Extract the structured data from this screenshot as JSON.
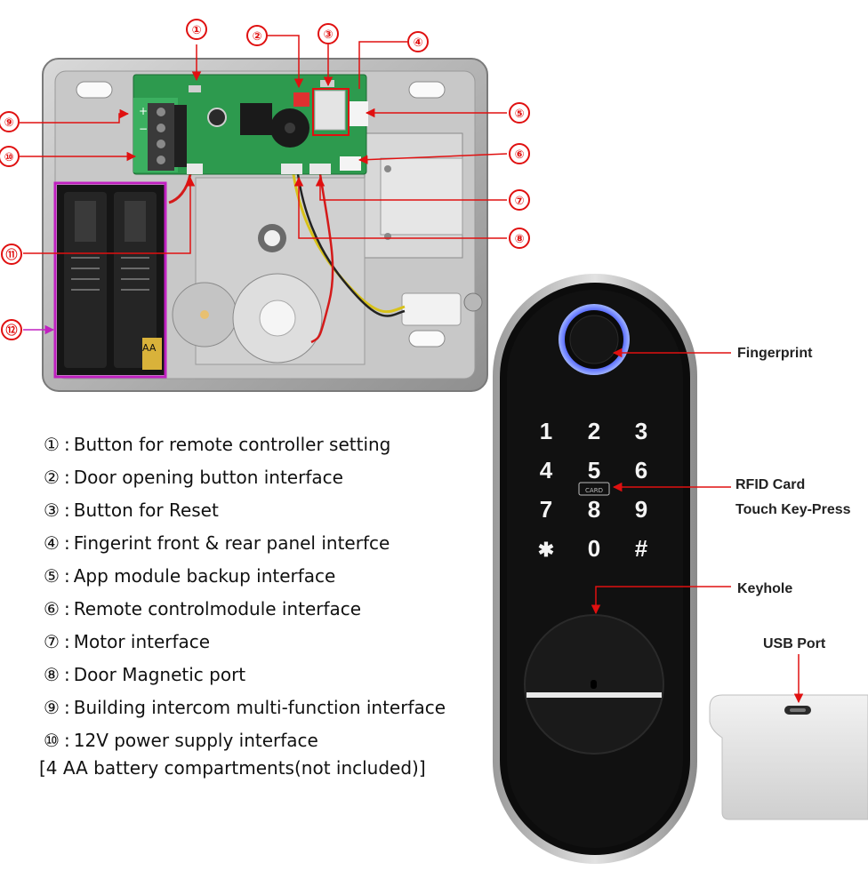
{
  "callout_numbers": [
    "①",
    "②",
    "③",
    "④",
    "⑤",
    "⑥",
    "⑦",
    "⑧",
    "⑨",
    "⑩",
    "⑪",
    "⑫"
  ],
  "legend": [
    {
      "num": "①",
      "text": "Button for remote controller setting"
    },
    {
      "num": "②",
      "text": "Door opening button interface"
    },
    {
      "num": "③",
      "text": "Button for Reset"
    },
    {
      "num": "④",
      "text": "Fingerint front & rear panel interfce"
    },
    {
      "num": "⑤",
      "text": "App module backup interface"
    },
    {
      "num": "⑥",
      "text": "Remote controlmodule interface"
    },
    {
      "num": "⑦",
      "text": "Motor interface"
    },
    {
      "num": "⑧",
      "text": "Door Magnetic port"
    },
    {
      "num": "⑨",
      "text": "Building intercom multi-function interface"
    },
    {
      "num": "⑩",
      "text": "12V power supply interface"
    }
  ],
  "note": "[4 AA battery compartments(not included)]",
  "labels": {
    "fingerprint": "Fingerprint",
    "rfid_card": "RFID Card",
    "touch_key": "Touch Key-Press",
    "keyhole": "Keyhole",
    "usb_port": "USB Port"
  },
  "keypad": [
    "1",
    "2",
    "3",
    "4",
    "5",
    "6",
    "7",
    "8",
    "9",
    "✱",
    "0",
    "#"
  ],
  "card_mark": "CARD",
  "battery_mark": "AA",
  "board_marks": [
    "+",
    "−"
  ],
  "colors": {
    "callout": "#e01010",
    "battery_frame": "#c020c0",
    "panel": "#0c0c0c"
  }
}
